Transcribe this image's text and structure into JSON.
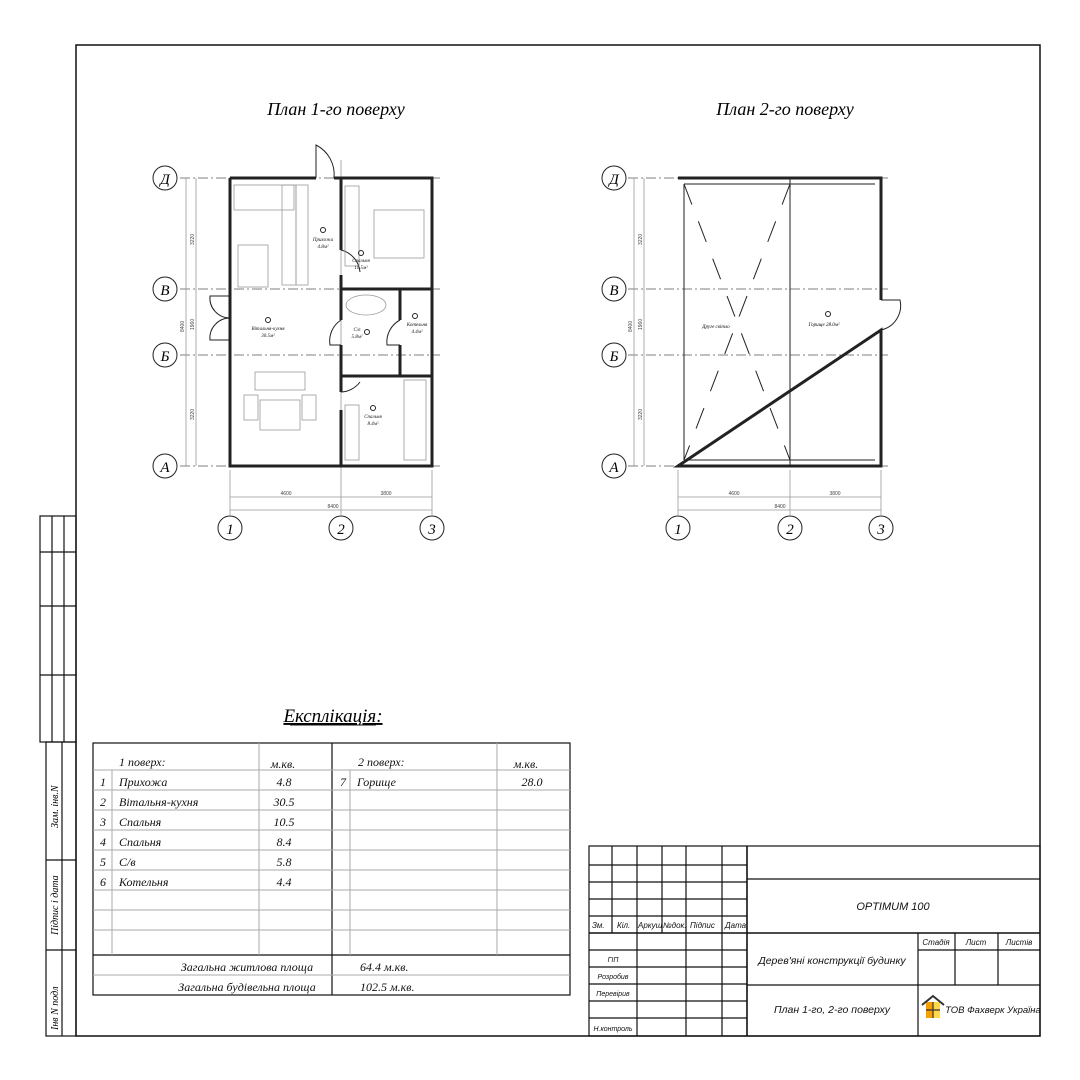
{
  "plan1": {
    "title": "План 1-го поверху",
    "axes_rows": [
      "Д",
      "В",
      "Б",
      "А"
    ],
    "axes_cols": [
      "1",
      "2",
      "3"
    ],
    "dims_vertical": [
      "3220",
      "1960",
      "3220",
      "8400"
    ],
    "dims_horizontal": [
      "4600",
      "3800",
      "8400"
    ],
    "rooms": [
      {
        "num": "1",
        "name": "Прихожа",
        "area": "4.8м²"
      },
      {
        "num": "2",
        "name": "Вітальня-кухня",
        "area": "30.5м²"
      },
      {
        "num": "3",
        "name": "Спальня",
        "area": "10.5м²"
      },
      {
        "num": "4",
        "name": "Спальня",
        "area": "8.4м²"
      },
      {
        "num": "5",
        "name": "С/в",
        "area": "5.8м²"
      },
      {
        "num": "6",
        "name": "Котельня",
        "area": "4.4м²"
      }
    ]
  },
  "plan2": {
    "title": "План 2-го поверху",
    "axes_rows": [
      "Д",
      "В",
      "Б",
      "А"
    ],
    "axes_cols": [
      "1",
      "2",
      "3"
    ],
    "dims_vertical": [
      "3220",
      "1960",
      "3220",
      "8400"
    ],
    "dims_horizontal": [
      "4600",
      "3800",
      "8400"
    ],
    "second_light": "Друге світло",
    "attic": {
      "num": "7",
      "name": "Горище",
      "area": "28.0м²"
    }
  },
  "explication": {
    "title": "Експлікація:",
    "floor1_header": "1 поверх:",
    "floor2_header": "2 поверх:",
    "unit_header": "м.кв.",
    "floor1_rows": [
      {
        "num": "1",
        "name": "Прихожа",
        "area": "4.8"
      },
      {
        "num": "2",
        "name": "Вітальня-кухня",
        "area": "30.5"
      },
      {
        "num": "3",
        "name": "Спальня",
        "area": "10.5"
      },
      {
        "num": "4",
        "name": "Спальня",
        "area": "8.4"
      },
      {
        "num": "5",
        "name": "С/в",
        "area": "5.8"
      },
      {
        "num": "6",
        "name": "Котельня",
        "area": "4.4"
      }
    ],
    "floor2_rows": [
      {
        "num": "7",
        "name": "Горище",
        "area": "28.0"
      }
    ],
    "total_living_label": "Загальна житлова площа",
    "total_living_value": "64.4 м.кв.",
    "total_building_label": "Загальна будівельна площа",
    "total_building_value": "102.5 м.кв."
  },
  "side_stamp": {
    "labels": [
      "Зам. інв.N",
      "Підпис і дата",
      "Інв N подл"
    ]
  },
  "title_block": {
    "headers": [
      "Зм.",
      "Кіл.",
      "Аркуш",
      "№док.",
      "Підпис",
      "Дата"
    ],
    "roles": [
      "ГІП",
      "Розробив",
      "Перевірив",
      "Н.контроль"
    ],
    "project": "OPTIMUM 100",
    "subject": "Дерев'яні конструкції будинку",
    "sheet_title": "План 1-го, 2-го поверху",
    "stage_headers": [
      "Стадія",
      "Лист",
      "Листів"
    ],
    "company": "ТОВ Фахверк Україна",
    "logo_colors": [
      "#f5a000",
      "#ffd84a",
      "#333333"
    ]
  }
}
